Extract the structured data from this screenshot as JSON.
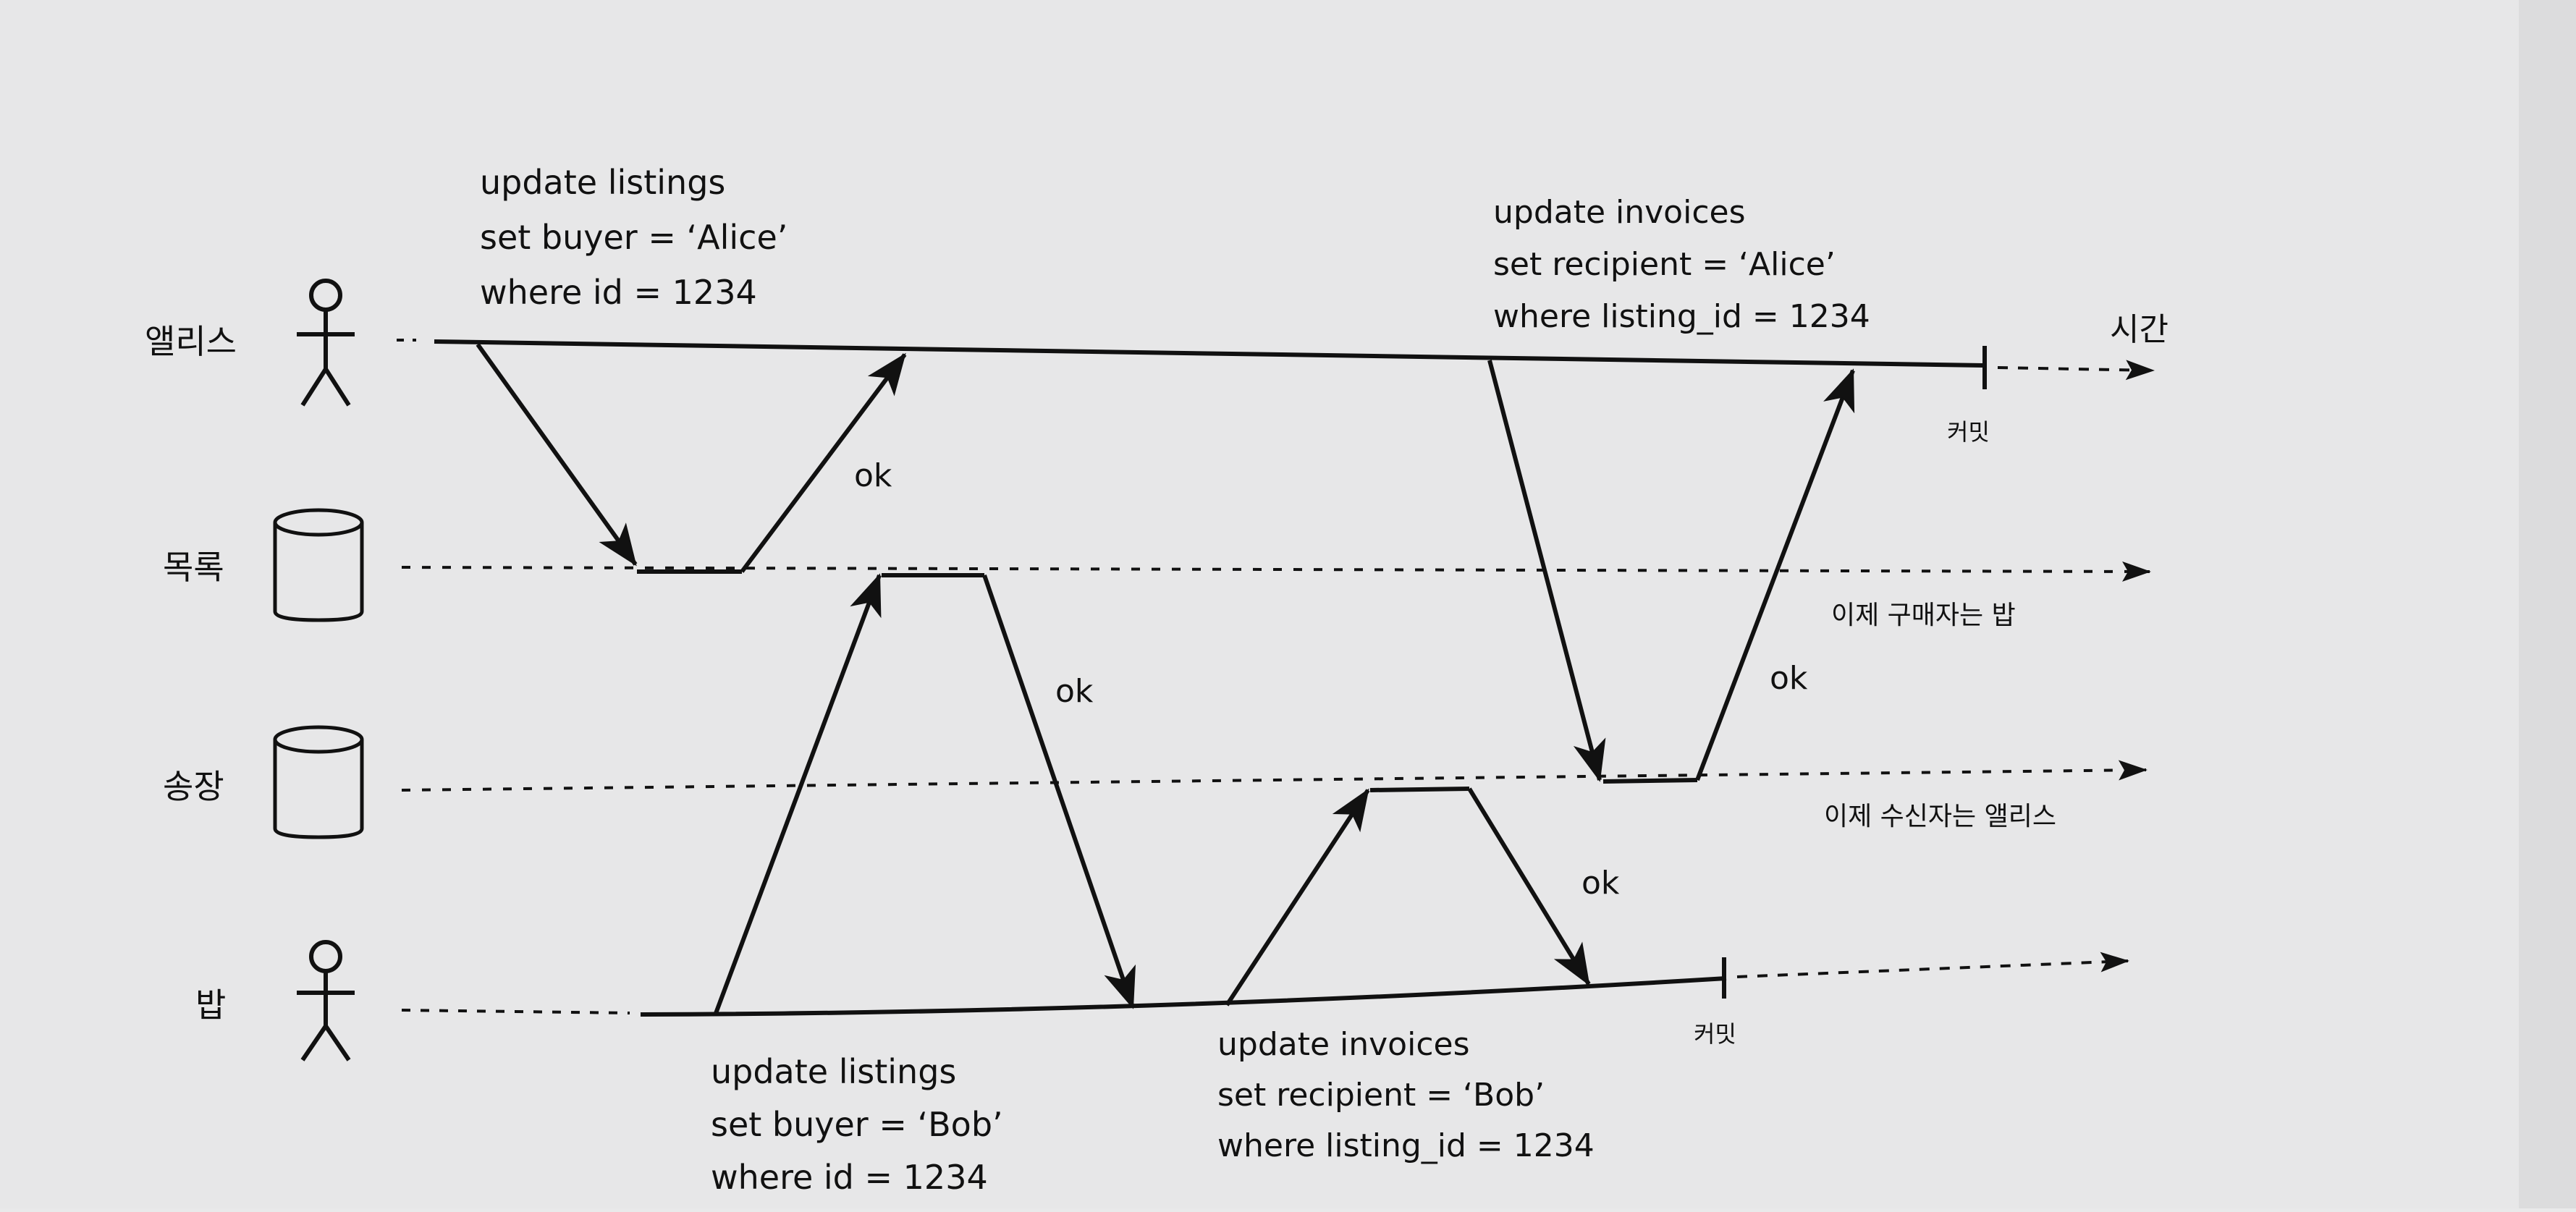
{
  "actors": {
    "alice": "앨리스",
    "listings": "목록",
    "invoices": "송장",
    "bob": "밥"
  },
  "time_label": "시간",
  "commit_alice": "커밋",
  "commit_bob": "커밋",
  "note_listings": "이제 구매자는 밥",
  "note_invoices": "이제 수신자는 앨리스",
  "ok_labels": [
    "ok",
    "ok",
    "ok",
    "ok"
  ],
  "alice_query1": [
    "update listings",
    "set buyer = ‘Alice’",
    "where id = 1234"
  ],
  "alice_query2": [
    "update invoices",
    "set recipient = ‘Alice’",
    "where listing_id = 1234"
  ],
  "bob_query1": [
    "update listings",
    "set buyer = ‘Bob’",
    "where id = 1234"
  ],
  "bob_query2": [
    "update invoices",
    "set recipient = ‘Bob’",
    "where listing_id = 1234"
  ]
}
